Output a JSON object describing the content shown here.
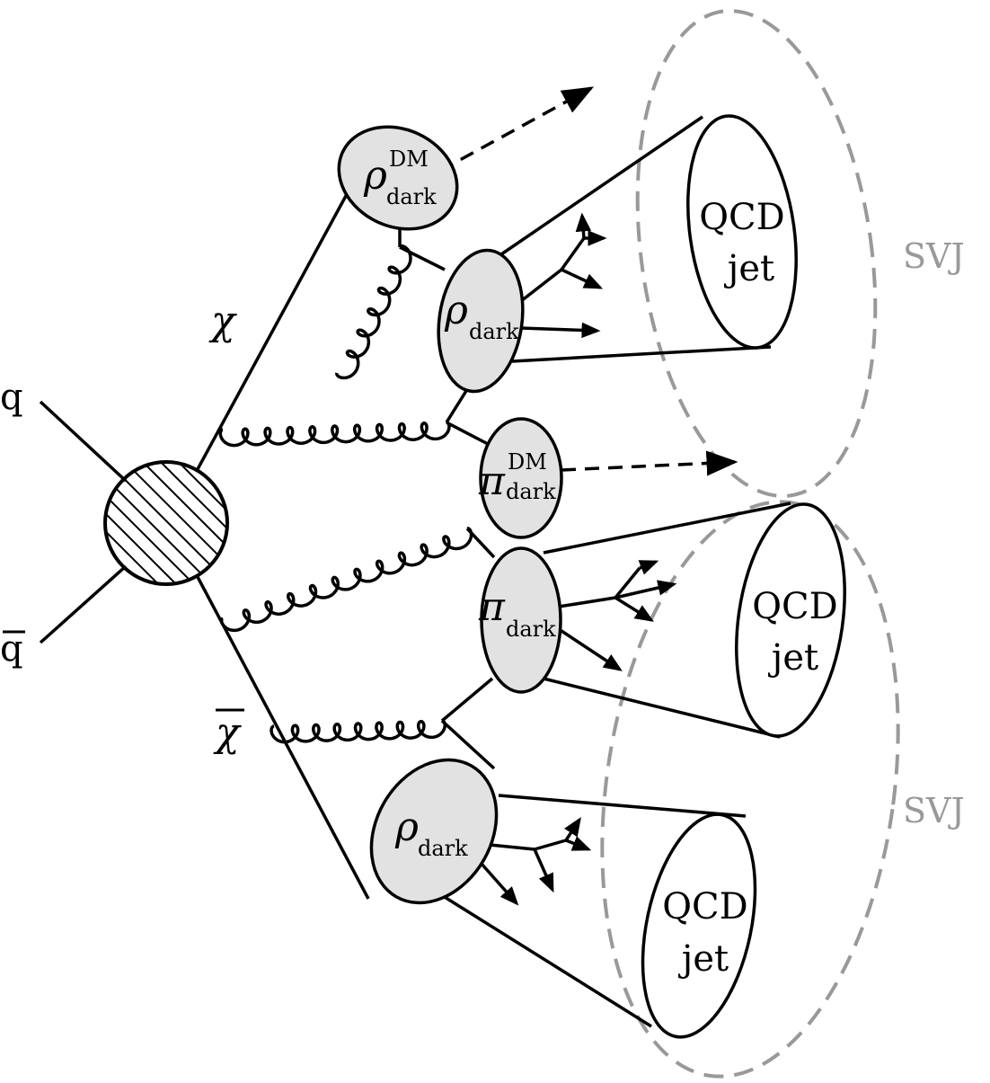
{
  "quarks": {
    "q": "q",
    "qbar": "q"
  },
  "dark_quarks": {
    "chi": "χ",
    "chibar": "χ"
  },
  "hadrons": {
    "rho_dm": {
      "symbol": "ρ",
      "sub": "dark",
      "sup": "DM"
    },
    "rho_top": {
      "symbol": "ρ",
      "sub": "dark"
    },
    "pi_dm": {
      "symbol": "π",
      "sub": "dark",
      "sup": "DM"
    },
    "pi": {
      "symbol": "π",
      "sub": "dark"
    },
    "rho_bottom": {
      "symbol": "ρ",
      "sub": "dark"
    }
  },
  "jets": [
    {
      "line1": "QCD",
      "line2": "jet"
    },
    {
      "line1": "QCD",
      "line2": "jet"
    },
    {
      "line1": "QCD",
      "line2": "jet"
    }
  ],
  "svj_labels": [
    "SVJ",
    "SVJ"
  ],
  "colors": {
    "blob_fill": "#e2e2e2",
    "svj": "#999999"
  }
}
